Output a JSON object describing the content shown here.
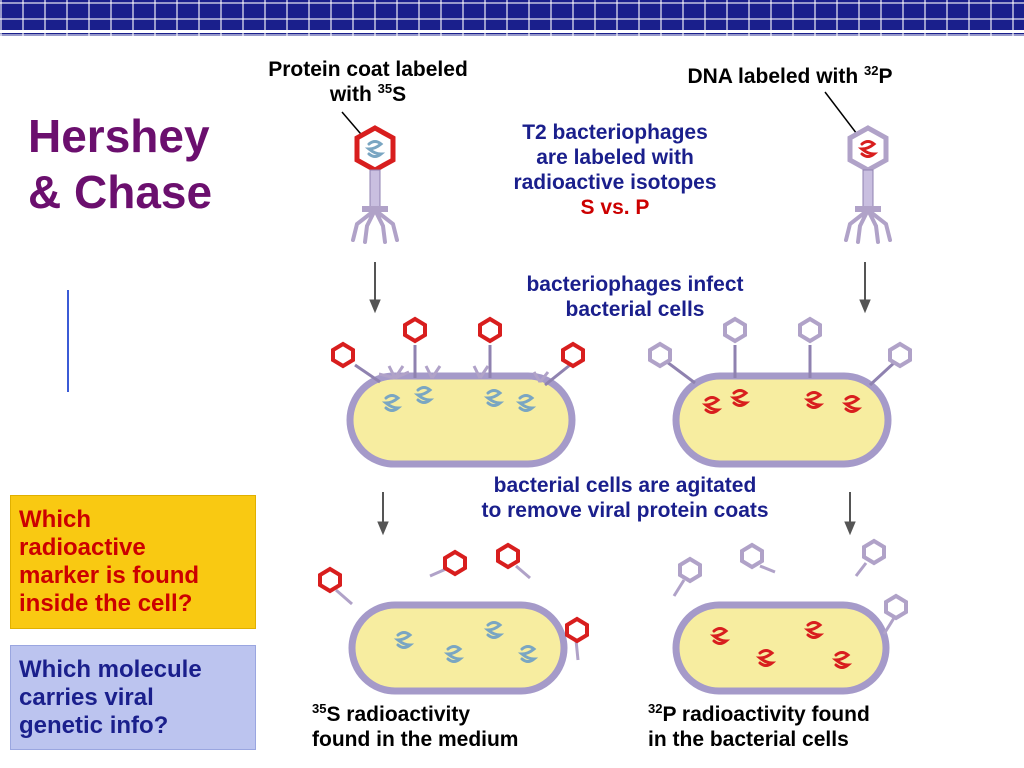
{
  "slide_title_line1": "Hershey",
  "slide_title_line2": "& Chase",
  "protein_label": {
    "line1": "Protein coat labeled",
    "line2_prefix": "with ",
    "isotope_sup": "35",
    "isotope_el": "S"
  },
  "dna_label": {
    "prefix": "DNA labeled with ",
    "isotope_sup": "32",
    "isotope_el": "P"
  },
  "t2_label": {
    "line1": "T2 bacteriophages",
    "line2": "are labeled with",
    "line3": "radioactive isotopes",
    "line4": "S vs. P"
  },
  "infect_label": {
    "line1": "bacteriophages infect",
    "line2": "bacterial cells"
  },
  "agitate_label": {
    "line1": "bacterial cells are agitated",
    "line2": "to remove viral protein coats"
  },
  "result_s": {
    "sup": "35",
    "line1_rest": "S radioactivity",
    "line2": "found in the medium"
  },
  "result_p": {
    "sup": "32",
    "line1_rest": "P radioactivity found",
    "line2": "in the bacterial cells"
  },
  "question1": {
    "line1": "Which",
    "line2": "radioactive",
    "line3": "marker is found",
    "line4": "inside the cell?"
  },
  "question2": {
    "line1": "Which molecule",
    "line2": "carries viral",
    "line3": "genetic info?"
  },
  "colors": {
    "title": "#6b0f6e",
    "header_bar": "#1a1f8c",
    "label_navy": "#1a1f8c",
    "red_text": "#cc0000",
    "question1_bg": "#f9c912",
    "question2_bg": "#bcc4ef",
    "cell_fill": "#f7eda0",
    "cell_border": "#a59ac9",
    "protein_coat_red": "#d81e1e",
    "phage_purple": "#b0a2c8",
    "dna_blue": "#7aa6c2"
  }
}
